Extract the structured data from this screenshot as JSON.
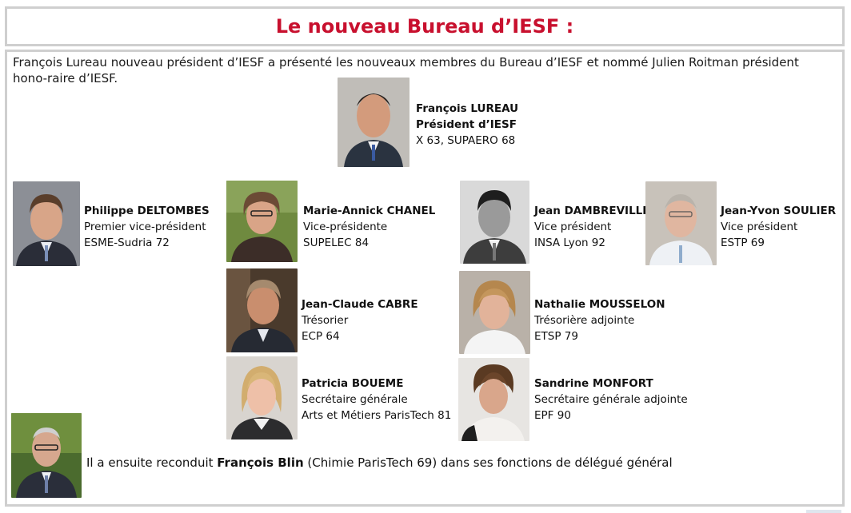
{
  "title": "Le nouveau Bureau d’IESF :",
  "intro": "François Lureau nouveau président d’IESF a présenté les nouveaux membres du Bureau d’IESF et nommé Julien Roitman président hono-raire d’IESF.",
  "president": {
    "name": "François LUREAU",
    "role": "Président d’IESF",
    "school": "X 63, SUPAERO 68"
  },
  "members": [
    {
      "name": "Philippe DELTOMBES",
      "role": "Premier vice-président",
      "school": "ESME-Sudria 72"
    },
    {
      "name": "Marie-Annick CHANEL",
      "role": "Vice-présidente",
      "school": "SUPELEC 84"
    },
    {
      "name": "Jean DAMBREVILLE",
      "role": "Vice président",
      "school": "INSA Lyon 92"
    },
    {
      "name": "Jean-Yvon SOULIER",
      "role": "Vice président",
      "school": "ESTP 69"
    },
    {
      "name": "Jean-Claude CABRE",
      "role": "Trésorier",
      "school": "ECP 64"
    },
    {
      "name": "Nathalie MOUSSELON",
      "role": "Trésorière adjointe",
      "school": "ETSP 79"
    },
    {
      "name": "Patricia BOUEME",
      "role": "Secrétaire générale",
      "school": "Arts et Métiers ParisTech 81"
    },
    {
      "name": "Sandrine MONFORT",
      "role": "Secrétaire générale adjointe",
      "school": "EPF 90"
    }
  ],
  "closing": {
    "before": "Il a ensuite reconduit ",
    "name": "François Blin",
    "after": " (Chimie ParisTech 69) dans ses fonctions de délégué général"
  },
  "colors": {
    "title": "#c8102e",
    "border": "#cfcfcf"
  }
}
